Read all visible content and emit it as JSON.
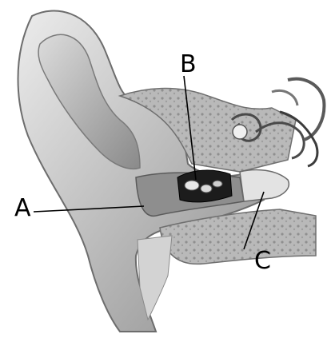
{
  "labels": {
    "a": "A",
    "b": "B",
    "c": "C"
  },
  "colors": {
    "background": "#ffffff",
    "line": "#000000",
    "skin_light": "#d9d9d9",
    "skin_mid": "#a9a9a9",
    "skin_dark": "#6d6d6d",
    "bone": "#bdbdbd",
    "canal": "#1a1a1a"
  }
}
